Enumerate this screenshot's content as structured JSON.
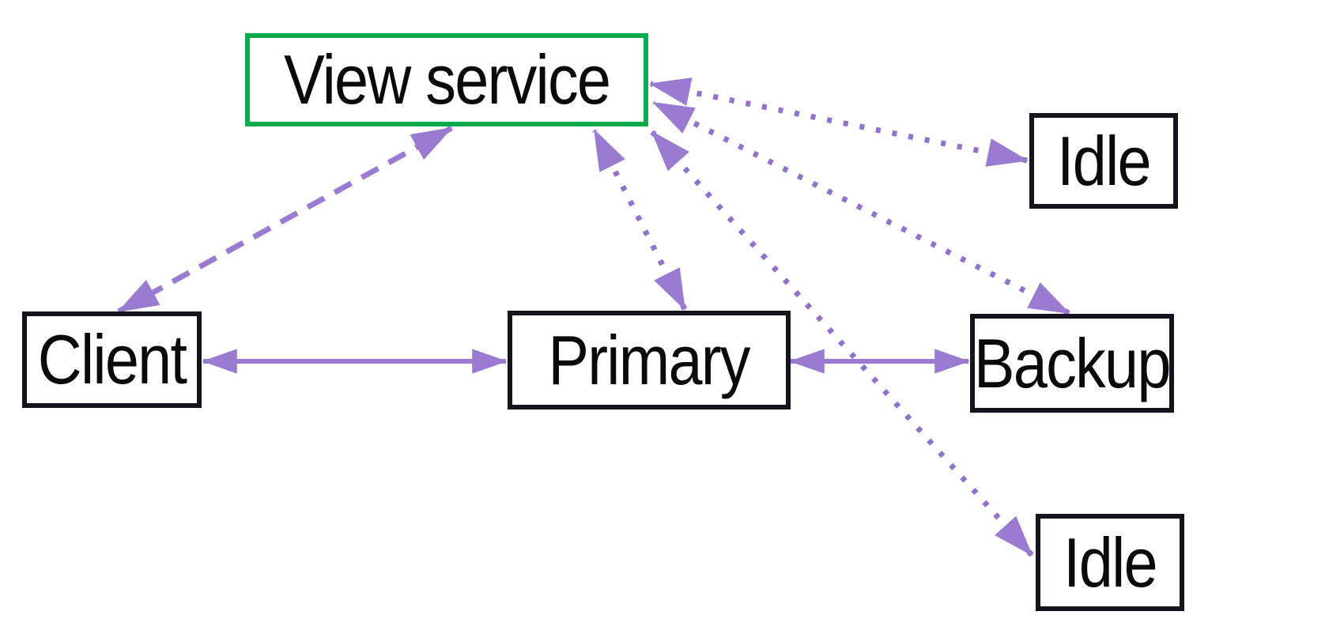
{
  "diagram": {
    "type": "node-link-diagram",
    "description": "Primary/backup replication architecture with a view service coordinating a client, a primary, a backup and two idle servers",
    "colors": {
      "edge_purple": "#9b7ad1",
      "dot_purple": "#9171cb",
      "highlight_green": "#0cab4d",
      "box_border": "#14141f",
      "text": "#0a0a0a",
      "background": "#ffffff"
    },
    "nodes": [
      {
        "id": "view-service",
        "label": "View service",
        "highlighted": true
      },
      {
        "id": "idle-top",
        "label": "Idle",
        "highlighted": false
      },
      {
        "id": "client",
        "label": "Client",
        "highlighted": false
      },
      {
        "id": "primary",
        "label": "Primary",
        "highlighted": false
      },
      {
        "id": "backup",
        "label": "Backup",
        "highlighted": false
      },
      {
        "id": "idle-bottom",
        "label": "Idle",
        "highlighted": false
      }
    ],
    "edges": [
      {
        "from": "client",
        "to": "view-service",
        "style": "dashed",
        "bidirectional": true
      },
      {
        "from": "primary",
        "to": "view-service",
        "style": "dotted",
        "bidirectional": true
      },
      {
        "from": "backup",
        "to": "view-service",
        "style": "dotted",
        "bidirectional": true
      },
      {
        "from": "idle-top",
        "to": "view-service",
        "style": "dotted",
        "bidirectional": true
      },
      {
        "from": "idle-bottom",
        "to": "view-service",
        "style": "dotted",
        "bidirectional": true
      },
      {
        "from": "client",
        "to": "primary",
        "style": "solid",
        "bidirectional": true
      },
      {
        "from": "primary",
        "to": "backup",
        "style": "solid",
        "bidirectional": true
      }
    ]
  }
}
